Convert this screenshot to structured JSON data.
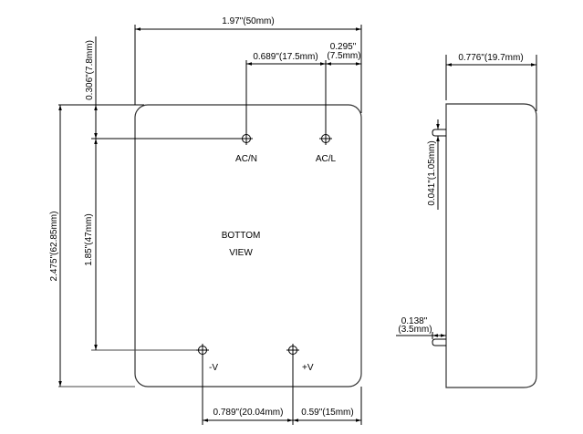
{
  "bottom_view": {
    "title_line1": "BOTTOM",
    "title_line2": "VIEW",
    "pins": [
      {
        "label": "AC/N"
      },
      {
        "label": "AC/L"
      },
      {
        "label": "-V"
      },
      {
        "label": "+V"
      }
    ],
    "dimensions": {
      "width": "1.97\"(50mm)",
      "acn_to_acl": "0.689\"(17.5mm)",
      "acl_to_edge_in": "0.295\"",
      "acl_to_edge_mm": "(7.5mm)",
      "top_to_ac_pins": "0.306\"(7.8mm)",
      "height": "2.475\"(62.85mm)",
      "ac_to_dc_pins": "1.85\"(47mm)",
      "minus_to_plus": "0.789\"(20.04mm)",
      "plus_to_edge": "0.59\"(15mm)"
    }
  },
  "side_view": {
    "dimensions": {
      "depth": "0.776\"(19.7mm)",
      "pin_diameter": "0.041\"(1.05mm)",
      "pin_length_in": "0.138\"",
      "pin_length_mm": "(3.5mm)"
    }
  },
  "colors": {
    "line": "#000000",
    "outline": "#333333"
  }
}
